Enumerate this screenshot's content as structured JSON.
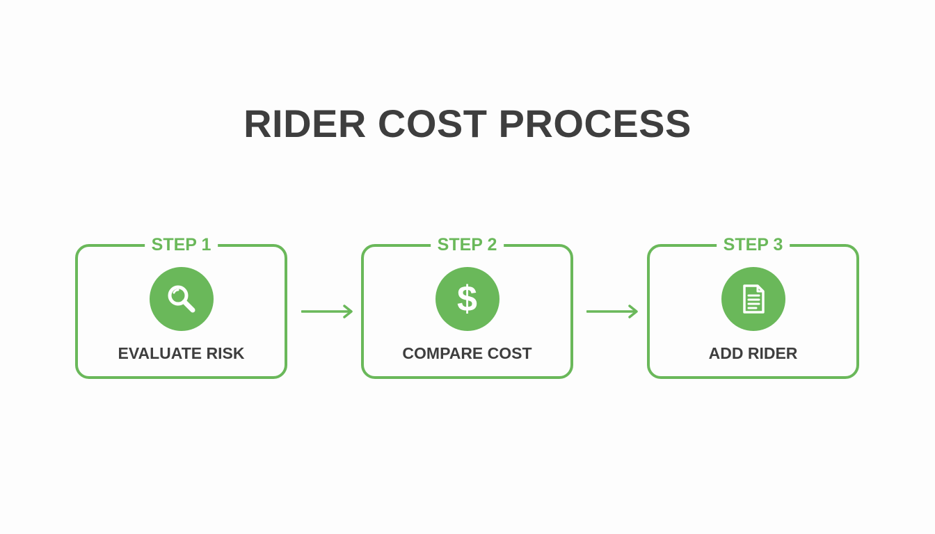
{
  "title": "RIDER COST PROCESS",
  "colors": {
    "accent": "#6ab85a",
    "text": "#3e3e3e",
    "background": "#fdfdfd"
  },
  "steps": [
    {
      "label": "STEP 1",
      "text": "EVALUATE RISK",
      "icon": "magnifying-glass-icon"
    },
    {
      "label": "STEP 2",
      "text": "COMPARE COST",
      "icon": "dollar-icon",
      "glyph": "$"
    },
    {
      "label": "STEP 3",
      "text": "ADD RIDER",
      "icon": "document-icon"
    }
  ]
}
